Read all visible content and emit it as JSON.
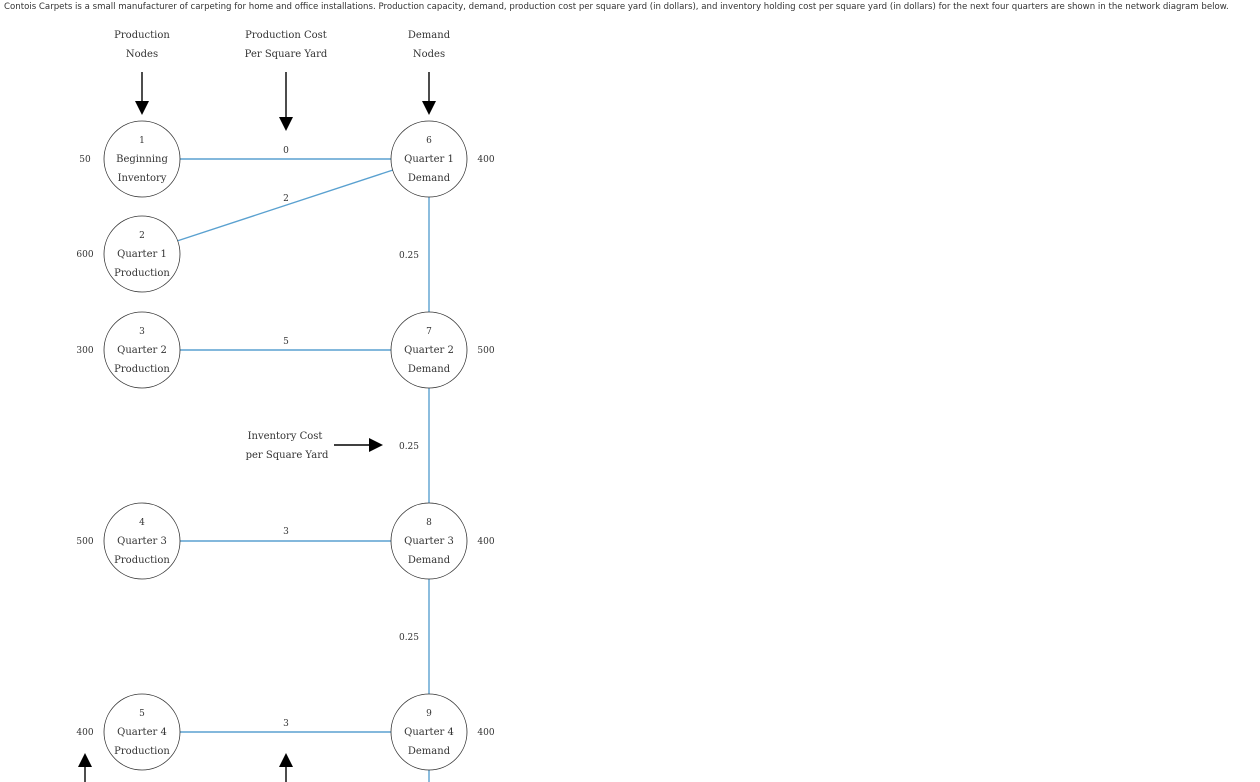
{
  "intro": "Contois Carpets is a small manufacturer of carpeting for home and office installations. Production capacity, demand, production cost per square yard (in dollars), and inventory holding cost per square yard (in dollars) for the next four quarters are shown in the network diagram below.",
  "headers": {
    "production_nodes": [
      "Production",
      "Nodes"
    ],
    "production_cost": [
      "Production Cost",
      "Per Square Yard"
    ],
    "demand_nodes": [
      "Demand",
      "Nodes"
    ],
    "inventory_cost": [
      "Inventory Cost",
      "per Square Yard"
    ]
  },
  "production_nodes": [
    {
      "id": "1",
      "lines": [
        "Beginning",
        "Inventory"
      ],
      "capacity": "50"
    },
    {
      "id": "2",
      "lines": [
        "Quarter 1",
        "Production"
      ],
      "capacity": "600"
    },
    {
      "id": "3",
      "lines": [
        "Quarter 2",
        "Production"
      ],
      "capacity": "300"
    },
    {
      "id": "4",
      "lines": [
        "Quarter 3",
        "Production"
      ],
      "capacity": "500"
    },
    {
      "id": "5",
      "lines": [
        "Quarter 4",
        "Production"
      ],
      "capacity": "400"
    }
  ],
  "demand_nodes": [
    {
      "id": "6",
      "lines": [
        "Quarter 1",
        "Demand"
      ],
      "demand": "400"
    },
    {
      "id": "7",
      "lines": [
        "Quarter 2",
        "Demand"
      ],
      "demand": "500"
    },
    {
      "id": "8",
      "lines": [
        "Quarter 3",
        "Demand"
      ],
      "demand": "400"
    },
    {
      "id": "9",
      "lines": [
        "Quarter 4",
        "Demand"
      ],
      "demand": "400"
    }
  ],
  "production_arcs": [
    {
      "from": "1",
      "to": "6",
      "cost": "0"
    },
    {
      "from": "2",
      "to": "6",
      "cost": "2"
    },
    {
      "from": "3",
      "to": "7",
      "cost": "5"
    },
    {
      "from": "4",
      "to": "8",
      "cost": "3"
    },
    {
      "from": "5",
      "to": "9",
      "cost": "3"
    }
  ],
  "inventory_arcs": [
    {
      "from": "6",
      "to": "7",
      "cost": "0.25"
    },
    {
      "from": "7",
      "to": "8",
      "cost": "0.25"
    },
    {
      "from": "8",
      "to": "9",
      "cost": "0.25"
    }
  ],
  "colors": {
    "arc": "#5aa1d0",
    "node_stroke": "#333333",
    "text": "#333333"
  }
}
